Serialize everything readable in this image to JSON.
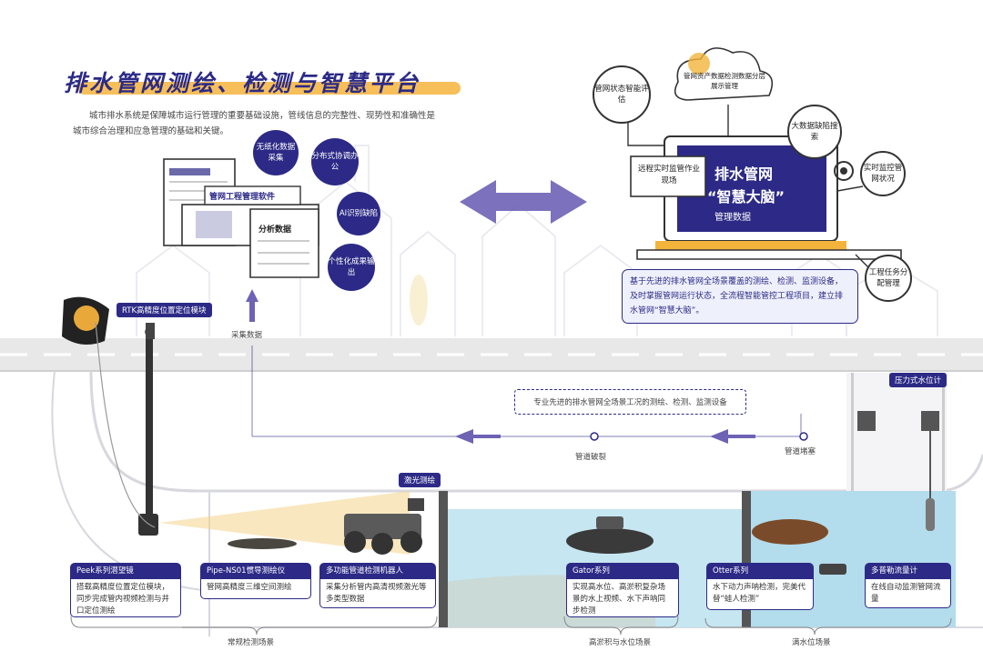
{
  "title": "排水管网测绘、检测与智慧平台",
  "intro": "城市排水系统是保障城市运行管理的重要基础设施，管线信息的完整性、现势性和准确性是城市综合治理和应急管理的基础和关键。",
  "left_platform": {
    "software_label": "管网工程管理软件",
    "analysis_label": "分析数据",
    "bubbles": [
      "无纸化数据采集",
      "分布式协调办公",
      "AI识别缺陷",
      "个性化成果输出"
    ],
    "collect_label": "采集数据"
  },
  "smart_brain": {
    "screen_title": "排水管网",
    "screen_subtitle": "“智慧大脑”",
    "screen_footer": "管理数据",
    "remote_label": "远程实时监管作业现场",
    "bubbles": {
      "status": "管网状态智能评估",
      "cloud": "管网资产数据检测数据分层展示管理",
      "bigdata": "大数据缺陷搜索",
      "realtime": "实时监控管网状况",
      "task": "工程任务分配管理"
    },
    "description": "基于先进的排水管网全场景覆盖的测绘、检测、监测设备，及时掌握管网运行状态，全流程智能管控工程项目，建立排水管网“智慧大脑”。"
  },
  "pipeline": {
    "rtk_label": "RTK高精度位置定位模块",
    "dashed_label": "专业先进的排水管网全场景工况的测绘、检测、监测设备",
    "broken_label": "管道破裂",
    "blocked_label": "管道堵塞",
    "laser_label": "激光测绘",
    "pressure_label": "压力式水位计"
  },
  "cards": [
    {
      "title": "Peek系列潜望镜",
      "body": "搭载高精度位置定位模块，同步完成管内视频检测与井口定位测绘"
    },
    {
      "title": "Pipe-NS01惯导测绘仪",
      "body": "管网高精度三维空间测绘"
    },
    {
      "title": "多功能管道检测机器人",
      "body": "采集分析管内高清视频激光等多类型数据"
    },
    {
      "title": "Gator系列",
      "body": "实现高水位、高淤积复杂场景的水上视频、水下声呐同步检测"
    },
    {
      "title": "Otter系列",
      "body": "水下动力声呐检测，完美代替“蛙人检测”"
    },
    {
      "title": "多普勒流量计",
      "body": "在线自动监测管网流量"
    }
  ],
  "scenes": {
    "normal": "常规检测场景",
    "silt": "高淤积与水位场景",
    "full": "满水位场景"
  },
  "colors": {
    "brand": "#2c2a86",
    "accent": "#f4b43c",
    "water": "#bfe3f0",
    "road": "#e4e4e4"
  }
}
